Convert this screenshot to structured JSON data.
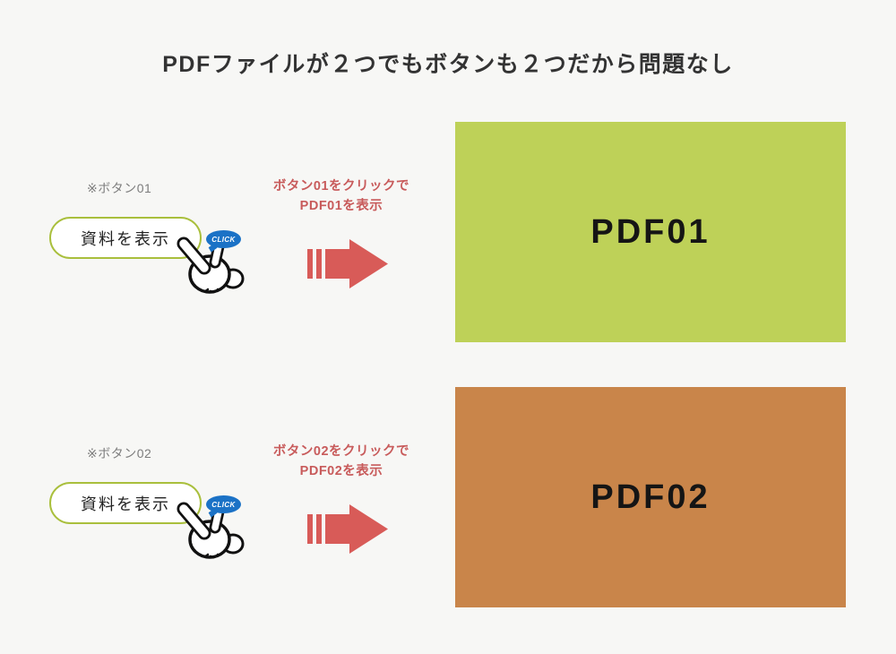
{
  "page": {
    "title": "PDFファイルが２つでもボタンも２つだから問題なし",
    "background_color": "#f7f7f5"
  },
  "colors": {
    "button_border_green": "#a9bf3c",
    "badge_blue": "#1b72c6",
    "caption_red": "#c85b5b",
    "arrow_red": "#d85b58",
    "pdf_text_dark": "#151515"
  },
  "rows": [
    {
      "note": "※ボタン01",
      "button_label": "資料を表示",
      "click_badge": "CLICK",
      "caption_line1": "ボタン01をクリックで",
      "caption_line2": "PDF01を表示",
      "pdf_label": "PDF01",
      "pdf_color": "#bed158"
    },
    {
      "note": "※ボタン02",
      "button_label": "資料を表示",
      "click_badge": "CLICK",
      "caption_line1": "ボタン02をクリックで",
      "caption_line2": "PDF02を表示",
      "pdf_label": "PDF02",
      "pdf_color": "#c9854a"
    }
  ]
}
